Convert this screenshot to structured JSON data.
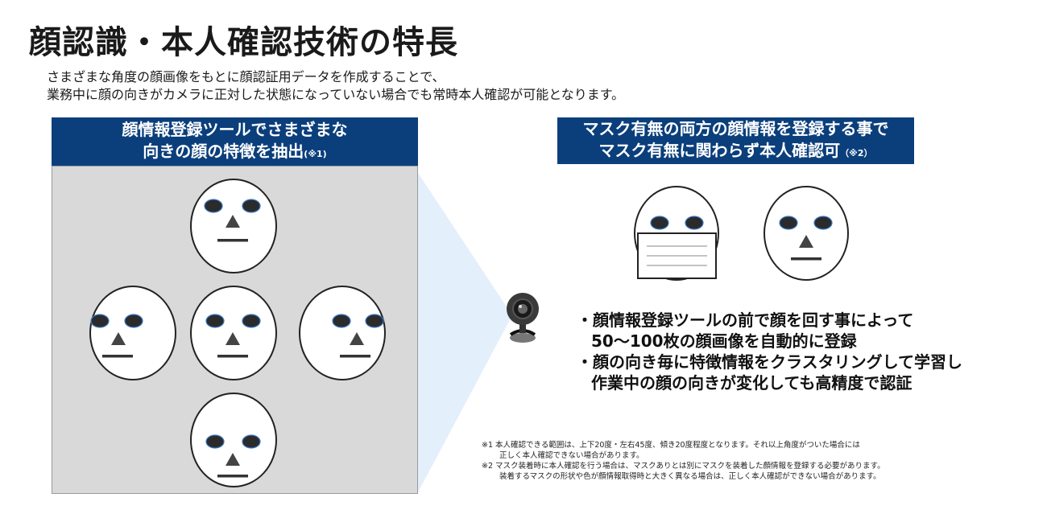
{
  "title": "顔認識・本人確認技術の特長",
  "subtitle": {
    "line1": "さまざまな角度の顔画像をもとに顔認証用データを作成することで、",
    "line2": "業務中に顔の向きがカメラに正対した状態になっていない場合でも常時本人確認が可能となります。"
  },
  "left_banner": {
    "line1": "顔情報登録ツールでさまざまな",
    "line2": "向きの顔の特徴を抽出",
    "note": "(※1)"
  },
  "right_banner": {
    "line1": "マスク有無の両方の顔情報を登録する事で",
    "line2": "マスク有無に関わらず本人確認可",
    "note": "（※2）"
  },
  "bullets": [
    {
      "line1": "・顔情報登録ツールの前で顔を回す事によって",
      "line2": "50～100枚の顔画像を自動的に登録"
    },
    {
      "line1": "・顔の向き毎に特徴情報をクラスタリングして学習し",
      "line2": "作業中の顔の向きが変化しても高精度で認証"
    }
  ],
  "notes": [
    {
      "line1": "※1 本人確認できる範囲は、上下20度・左右45度、傾き20度程度となります。それ以上角度がついた場合には",
      "line2": "正しく本人確認できない場合があります。"
    },
    {
      "line1": "※2 マスク装着時に本人確認を行う場合は、マスクありとは別にマスクを装着した顔情報を登録する必要があります。",
      "line2": "装着するマスクの形状や色が顔情報取得時と大きく異なる場合は、正しく本人確認ができない場合があります。"
    }
  ],
  "colors": {
    "banner": "#0b3f7c",
    "panel": "#d9d9d9",
    "beam": "#e3effa",
    "eye": "#2b2b2b",
    "eye_edge": "#3a79c9"
  },
  "icons": [
    "face-up-icon",
    "face-left-icon",
    "face-front-icon",
    "face-right-icon",
    "face-down-icon",
    "masked-face-icon",
    "unmasked-face-icon",
    "webcam-icon"
  ]
}
